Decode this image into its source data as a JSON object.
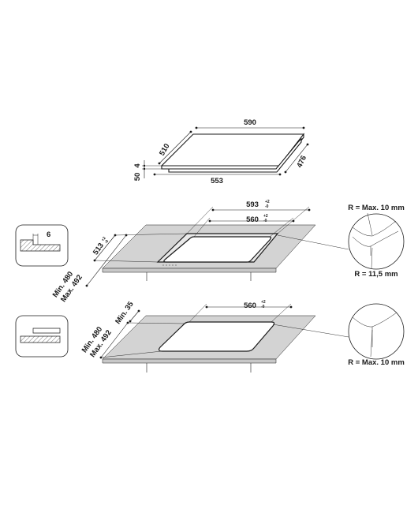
{
  "hob": {
    "width": "590",
    "depth": "510",
    "thickness_top": "4",
    "thickness_body": "50",
    "bottom_width": "553",
    "bottom_depth": "476"
  },
  "cutout_framed": {
    "outer_width": "593",
    "outer_width_tol_plus": "+2",
    "outer_width_tol_minus": "-0",
    "inner_width": "560",
    "inner_width_tol_plus": "+2",
    "inner_width_tol_minus": "-0",
    "depth": "513",
    "depth_tol_plus": "+2",
    "depth_tol_minus": "-0",
    "min_counter": "Min. 480",
    "max_counter": "Max. 492",
    "step_depth": "6",
    "corner_radius_outer": "R = Max. 10 mm",
    "corner_radius_inner": "R = 11,5 mm"
  },
  "cutout_flush": {
    "inner_width": "560",
    "inner_width_tol_plus": "+2",
    "inner_width_tol_minus": "-0",
    "min_counter": "Min. 480",
    "max_counter": "Max. 492",
    "min_edge": "Min. 35",
    "corner_radius": "R = Max. 10 mm"
  }
}
